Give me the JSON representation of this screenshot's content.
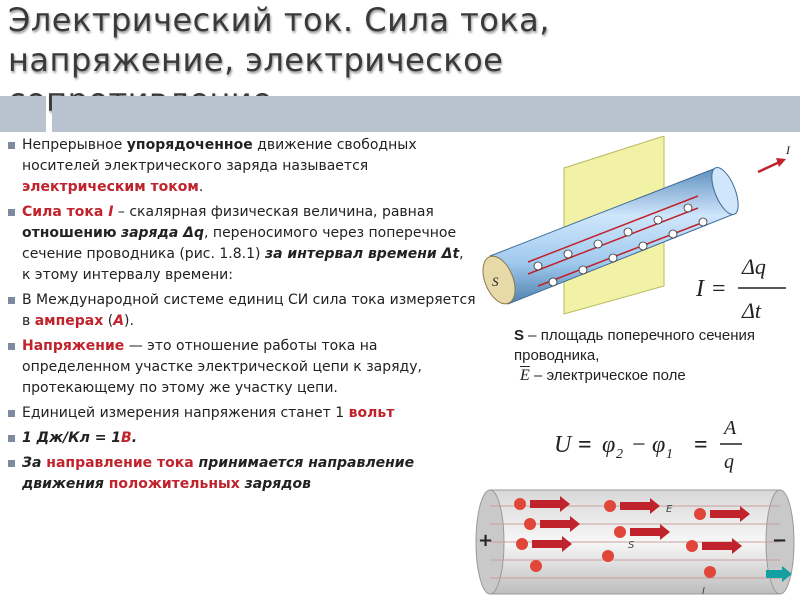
{
  "title": {
    "line1": "Электрический ток. Сила тока,",
    "line2": "напряжение, электрическое",
    "line3": "сопротивление."
  },
  "bullets": {
    "b1": {
      "t1": "Непрерывное ",
      "t2": "упорядоченное",
      "t3": " движение свободных носителей электрического заряда называется ",
      "t4": "электрическим током",
      "t5": "."
    },
    "b2": {
      "t1": "Сила тока ",
      "t2": "I",
      "t3": " – скалярная физическая величина, равная ",
      "t4": "отношению",
      "t5": " ",
      "t6": "заряда Δq",
      "t7": ", переносимого через поперечное сечение проводника (рис. 1.8.1) ",
      "t8": "за интервал времени Δt",
      "t9": ", к этому интервалу времени:"
    },
    "b3": {
      "t1": "В Международной системе единиц СИ сила тока измеряется в ",
      "t2": "амперах",
      "t3": " (",
      "t4": "А",
      "t5": ")."
    },
    "b4": {
      "t1": "Напряжение",
      "t2": " — это отношение работы тока на определенном участке электрической цепи к заряду, протекающему по этому же участку цепи."
    },
    "b5": {
      "t1": "Единицей измерения напряжения станет 1 ",
      "t2": "вольт"
    },
    "b6": {
      "t1": "1 Дж/Кл = 1",
      "t2": "В",
      "t3": "."
    },
    "b7": {
      "t1": "За ",
      "t2": "направление тока",
      "t3": " принимается направление движения ",
      "t4": "положительных",
      "t5": " зарядов"
    }
  },
  "figure1": {
    "s_label": "S",
    "i_label": "I",
    "formula_lhs": "I",
    "formula_eq": "=",
    "formula_num": "Δq",
    "formula_den": "Δt"
  },
  "caption": {
    "s": "S",
    "s_text": " – площадь поперечного сечения проводника,",
    "e": "E",
    "e_text": " – электрическое поле"
  },
  "voltage_formula": {
    "u": "U",
    "eq": "=",
    "phi2": "φ",
    "phi2_sub": "2",
    "minus": "−",
    "phi1": "φ",
    "phi1_sub": "1",
    "num": "A",
    "den": "q"
  },
  "figure2": {
    "plus": "+",
    "minus": "−",
    "s_label": "S",
    "e_label": "E",
    "i_label": "I"
  },
  "colors": {
    "accent_red": "#c0232b",
    "bar": "#b9c3cf",
    "panel_yellow": "#f2f2a6",
    "wire_blue": "#9fc9ee"
  }
}
